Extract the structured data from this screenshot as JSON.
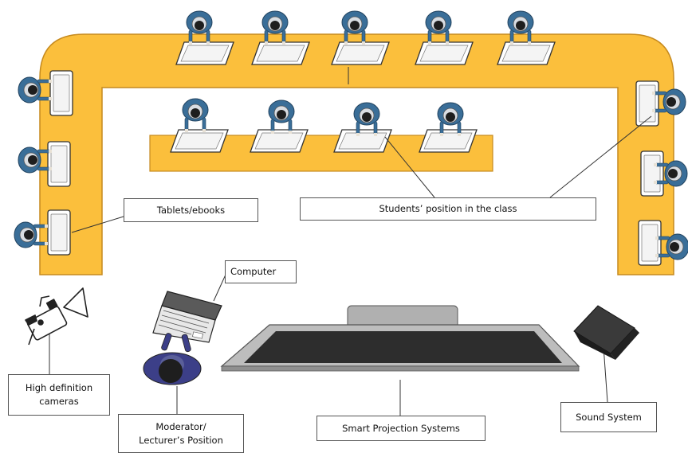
{
  "labels": {
    "tablets": "Tablets/ebooks",
    "students": "Students’ position in the class",
    "computer": "Computer",
    "cameras": "High definition\ncameras",
    "moderator": "Moderator/\nLecturer’s Position",
    "projection": "Smart Projection Systems",
    "sound": "Sound System"
  },
  "colors": {
    "desk": "#fbbf3c",
    "desk_stroke": "#c68a1e",
    "person_outer": "#3a6e98",
    "person_head": "#1e1e1e",
    "moderator_body": "#3c3f88",
    "screen_dark": "#2d2d2d",
    "frame_gray": "#b0b0b0"
  }
}
